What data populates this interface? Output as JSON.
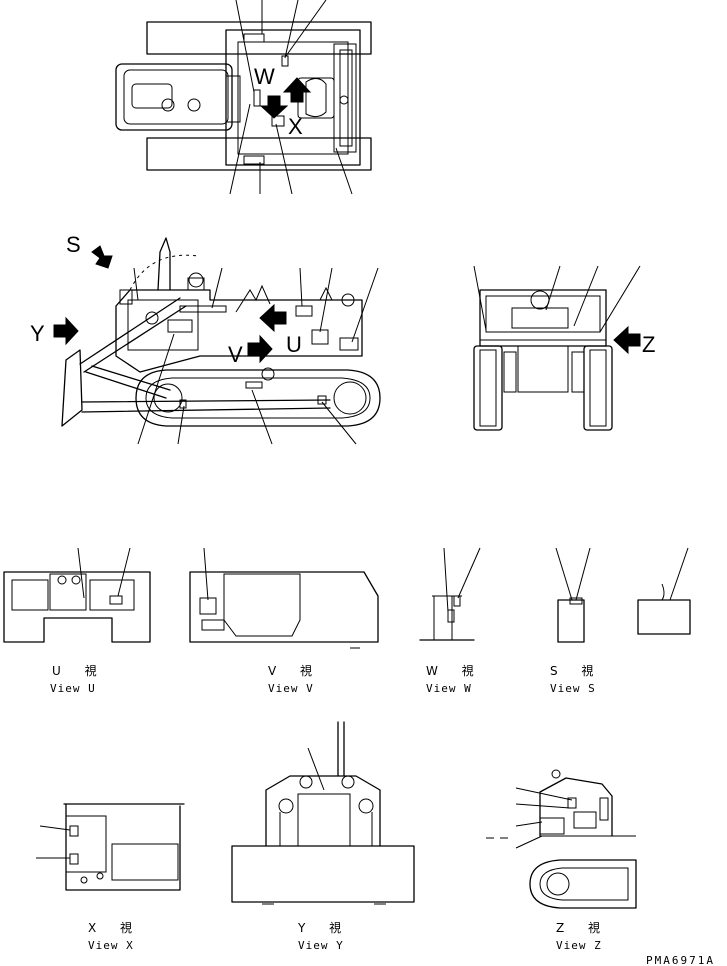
{
  "callouts": {
    "W": "W",
    "X": "X",
    "S": "S",
    "Y": "Y",
    "V": "V",
    "U": "U",
    "Z": "Z"
  },
  "views": {
    "u": {
      "jp": "U 視",
      "en": "View U"
    },
    "v": {
      "jp": "V 視",
      "en": "View V"
    },
    "w": {
      "jp": "W 視",
      "en": "View W"
    },
    "s": {
      "jp": "S 視",
      "en": "View S"
    },
    "x": {
      "jp": "X 視",
      "en": "View X"
    },
    "y": {
      "jp": "Y 視",
      "en": "View Y"
    },
    "z": {
      "jp": "Z 視",
      "en": "View Z"
    }
  },
  "drawing_code": "PMA6971A"
}
